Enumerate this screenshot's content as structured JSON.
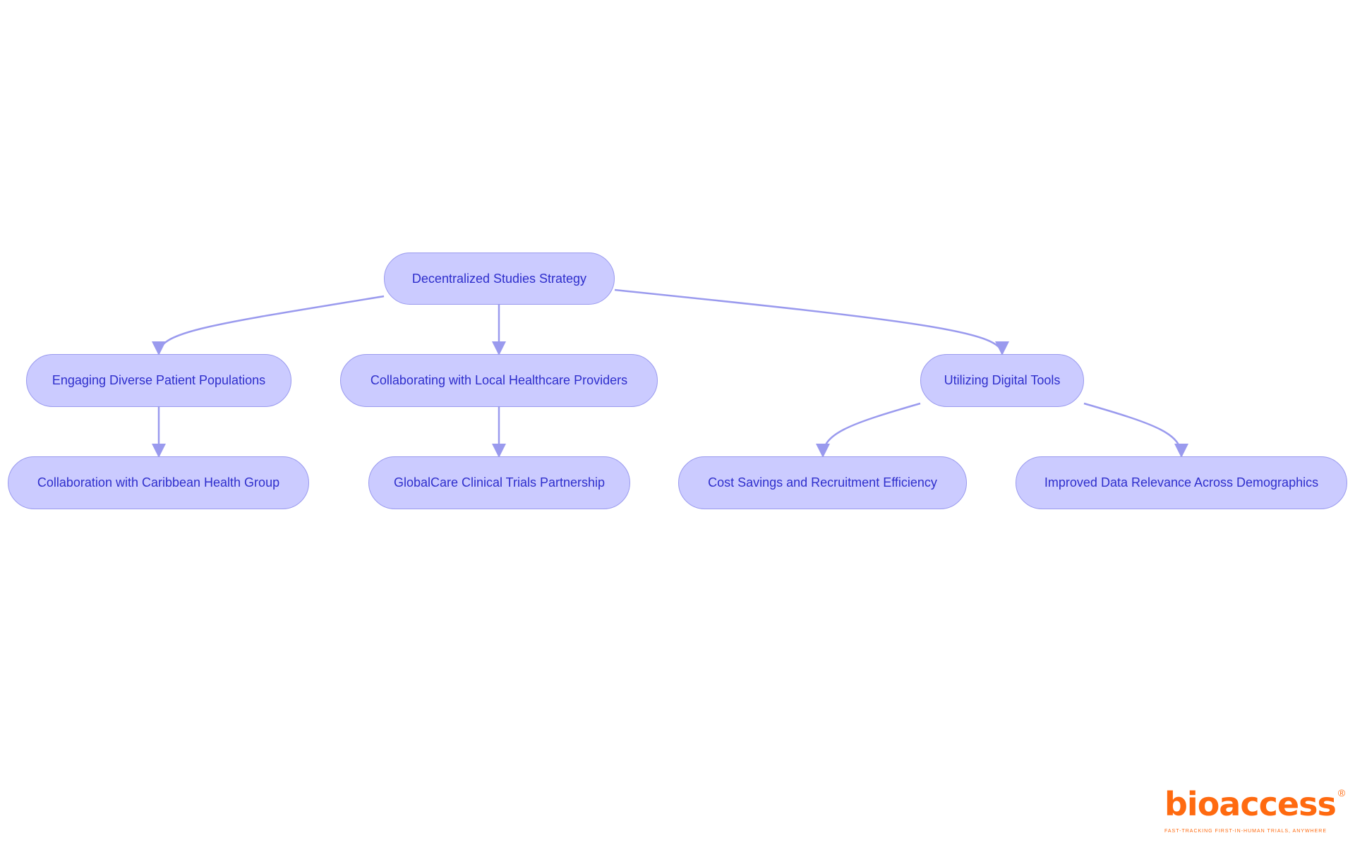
{
  "diagram": {
    "nodes": [
      {
        "id": "root",
        "label": "Decentralized Studies Strategy"
      },
      {
        "id": "engaging",
        "label": "Engaging Diverse Patient Populations"
      },
      {
        "id": "collaborating",
        "label": "Collaborating with Local Healthcare Providers"
      },
      {
        "id": "utilizing",
        "label": "Utilizing Digital Tools"
      },
      {
        "id": "caribbean",
        "label": "Collaboration with Caribbean Health Group"
      },
      {
        "id": "globalcare",
        "label": "GlobalCare Clinical Trials Partnership"
      },
      {
        "id": "cost",
        "label": "Cost Savings and Recruitment Efficiency"
      },
      {
        "id": "improved",
        "label": "Improved Data Relevance Across Demographics"
      }
    ],
    "edges": [
      [
        "root",
        "engaging"
      ],
      [
        "root",
        "collaborating"
      ],
      [
        "root",
        "utilizing"
      ],
      [
        "engaging",
        "caribbean"
      ],
      [
        "collaborating",
        "globalcare"
      ],
      [
        "utilizing",
        "cost"
      ],
      [
        "utilizing",
        "improved"
      ]
    ],
    "colors": {
      "node_fill": "#cbcbff",
      "node_stroke": "#9a9aee",
      "text": "#2e2ecc",
      "edge": "#9a9aee"
    }
  },
  "logo": {
    "name": "bioaccess",
    "registered": "®",
    "tagline": "FAST-TRACKING FIRST-IN-HUMAN TRIALS, ANYWHERE"
  }
}
